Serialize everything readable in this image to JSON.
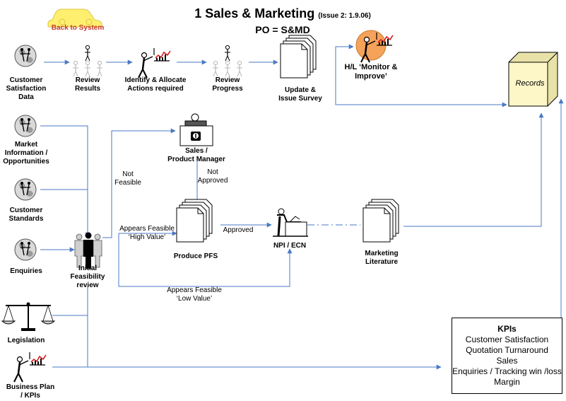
{
  "title": {
    "main": "1 Sales & Marketing",
    "issue": "(Issue 2: 1.9.06)",
    "subtitle": "PO = S&MD"
  },
  "back_link": "Back to System",
  "nodes": {
    "customer_satisfaction": "Customer\nSatisfaction\nData",
    "review_results": "Review\nResults",
    "identify_allocate": "Identify & Allocate\nActions required",
    "review_progress": "Review\nProgress",
    "update_issue_survey": "Update &\nIssue Survey",
    "monitor_improve": "H/L ‘Monitor &\nImprove’",
    "records": "Records",
    "market_information": "Market\nInformation /\nOpportunities",
    "sales_product_manager": "Sales /\nProduct Manager",
    "customer_standards": "Customer\nStandards",
    "enquiries": "Enquiries",
    "initial_feasibility": "Initial\nFeasibility\nreview",
    "produce_pfs": "Produce PFS",
    "npi_ecn": "NPI / ECN",
    "marketing_literature": "Marketing\nLiterature",
    "legislation": "Legislation",
    "business_plan": "Business Plan\n/ KPIs"
  },
  "edge_labels": {
    "not_feasible": "Not\nFeasible",
    "not_approved": "Not\nApproved",
    "appears_feasible_high": "Appears Feasible\n‘High Value’",
    "approved": "Approved",
    "appears_feasible_low": "Appears Feasible\n‘Low Value’"
  },
  "kpis": {
    "heading": "KPIs",
    "items": [
      "Customer Satisfaction",
      "Quotation Turnaround",
      "Sales",
      "Enquiries / Tracking win /loss",
      "Margin"
    ]
  },
  "colors": {
    "connector": "#4a79c4",
    "back_text": "#c8382b",
    "car": "#ffef6e",
    "records": "#fdf7c8",
    "monitor_circle": "#f5a25a"
  }
}
